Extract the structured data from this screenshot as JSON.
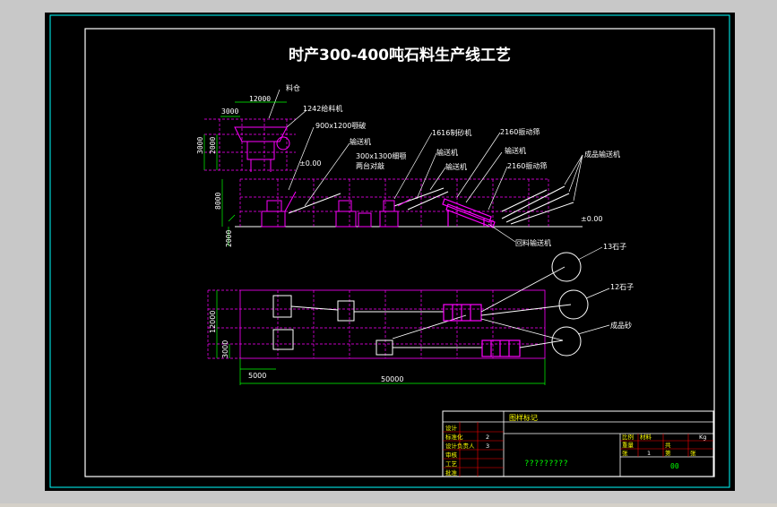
{
  "title": "时产300-400吨石料生产线工艺",
  "colors": {
    "frame_bg": "#c8c8c8",
    "sheet": "#000000",
    "border": "#ffffff",
    "outer_border": "#00ffff",
    "machine": "#ff00ff",
    "label": "#ffffff",
    "dimension": "#00ff00",
    "leader": "#ffff00",
    "title_block_red": "#ff0000",
    "title_block_yellow": "#ffff00",
    "title_block_cyan": "#00ffff"
  },
  "elevation_labels": {
    "material_bin": "料仓",
    "feeder": "1242给料机",
    "jaw_crusher": "900x1200颚破",
    "conveyor1": "输送机",
    "fine_jaw_line1": "300x1300细颚",
    "fine_jaw_line2": "两台对敲",
    "sand_maker": "1616制砂机",
    "conveyor2": "输送机",
    "conveyor3": "输送机",
    "screen1": "2160振动筛",
    "conveyor4": "输送机",
    "screen2": "2160振动筛",
    "product_conveyor": "成品输送机",
    "return_conveyor": "回料输送机",
    "level_left": "±0.00",
    "level_right": "±0.00"
  },
  "elevation_dims": {
    "d12000": "12000",
    "d3000": "3000",
    "d2000_top": "2000",
    "d3000_v": "3000",
    "d8000": "8000",
    "d2000": "2000"
  },
  "plan_labels": {
    "pile_13": "13石子",
    "pile_12": "12石子",
    "pile_sand": "成品砂"
  },
  "plan_dims": {
    "d12000": "12000",
    "d3000": "3000",
    "d5000": "5000",
    "d50000": "50000"
  },
  "title_block": {
    "header": "图样标记",
    "rows": [
      "设计",
      "标准化",
      "设计负责人",
      "审核",
      "工艺",
      "批准"
    ],
    "row_values": [
      "",
      "2",
      "3",
      "",
      "",
      ""
    ],
    "drawing_name": "?????????",
    "right_labels": [
      "比例",
      "材料",
      "重量",
      "共",
      "张",
      "第",
      "张"
    ],
    "right_values": [
      "1",
      "Kg"
    ],
    "code": "00"
  }
}
